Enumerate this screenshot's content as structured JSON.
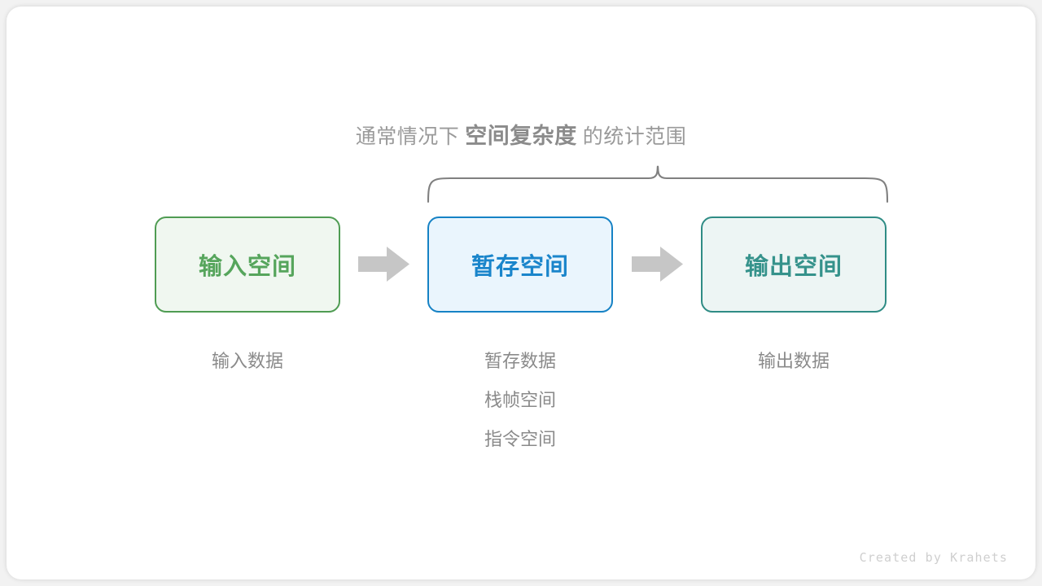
{
  "figure": {
    "heading": {
      "prefix": "通常情况下",
      "emphasis": "空间复杂度",
      "suffix": "的统计范围"
    },
    "brace": {
      "name": "curly-brace",
      "color": "#808080",
      "spans_boxes": [
        "暂存空间",
        "输出空间"
      ]
    },
    "boxes": [
      {
        "id": "input-space",
        "label": "输入空间",
        "border_color": "#4f9c53",
        "fill_color": "#f0f7f0",
        "text_color": "#56a55c"
      },
      {
        "id": "buffer-space",
        "label": "暂存空间",
        "border_color": "#1682c5",
        "fill_color": "#eaf5fd",
        "text_color": "#1a85cb"
      },
      {
        "id": "output-space",
        "label": "输出空间",
        "border_color": "#2f8c85",
        "fill_color": "#edf5f4",
        "text_color": "#35928b"
      }
    ],
    "arrows": [
      {
        "id": "arrow-input-to-buffer",
        "color": "#c6c6c6"
      },
      {
        "id": "arrow-buffer-to-output",
        "color": "#c6c6c6"
      }
    ],
    "captions": {
      "input": [
        "输入数据"
      ],
      "buffer": [
        "暂存数据",
        "栈帧空间",
        "指令空间"
      ],
      "output": [
        "输出数据"
      ]
    },
    "credit": "Created by Krahets"
  }
}
